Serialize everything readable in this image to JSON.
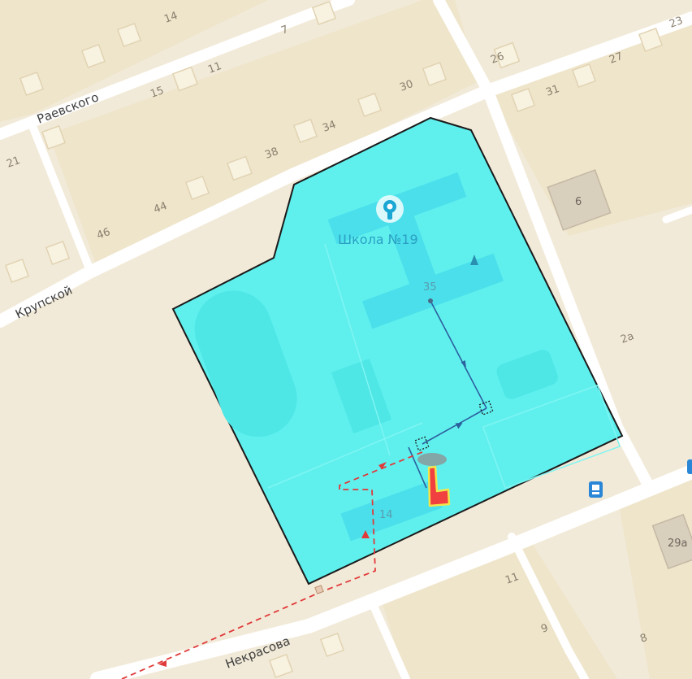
{
  "streets": {
    "raevskogo": "Раевского",
    "krupskoy": "Крупской",
    "nekrasova": "Некрасова"
  },
  "poi": {
    "school_name": "Школа №19",
    "school_icon": "location-pin-icon",
    "bus_stop_icon": "bus-stop-icon"
  },
  "house_numbers": {
    "n14": "14",
    "n7": "7",
    "n11a": "11",
    "n15": "15",
    "n30": "30",
    "n34": "34",
    "n38": "38",
    "n44": "44",
    "n46": "46",
    "n21": "21",
    "n26": "26",
    "n27": "27",
    "n23": "23",
    "n31": "31",
    "n6": "6",
    "n2a": "2а",
    "n35": "35",
    "n14b": "14",
    "n29a": "29а",
    "n11b": "11",
    "n9": "9",
    "n8": "8"
  },
  "colors": {
    "ground": "#f2ead8",
    "road": "#ffffff",
    "block": "#ebe1c4",
    "building": "#f8f2e1",
    "selection_fill": "#5ff0ee",
    "selection_stroke": "#1a1a1a",
    "route_dashed": "#e03a3a",
    "network_line": "#2c5f9e",
    "highlight_object": "#f04040",
    "highlight_outline": "#f2e54a"
  }
}
